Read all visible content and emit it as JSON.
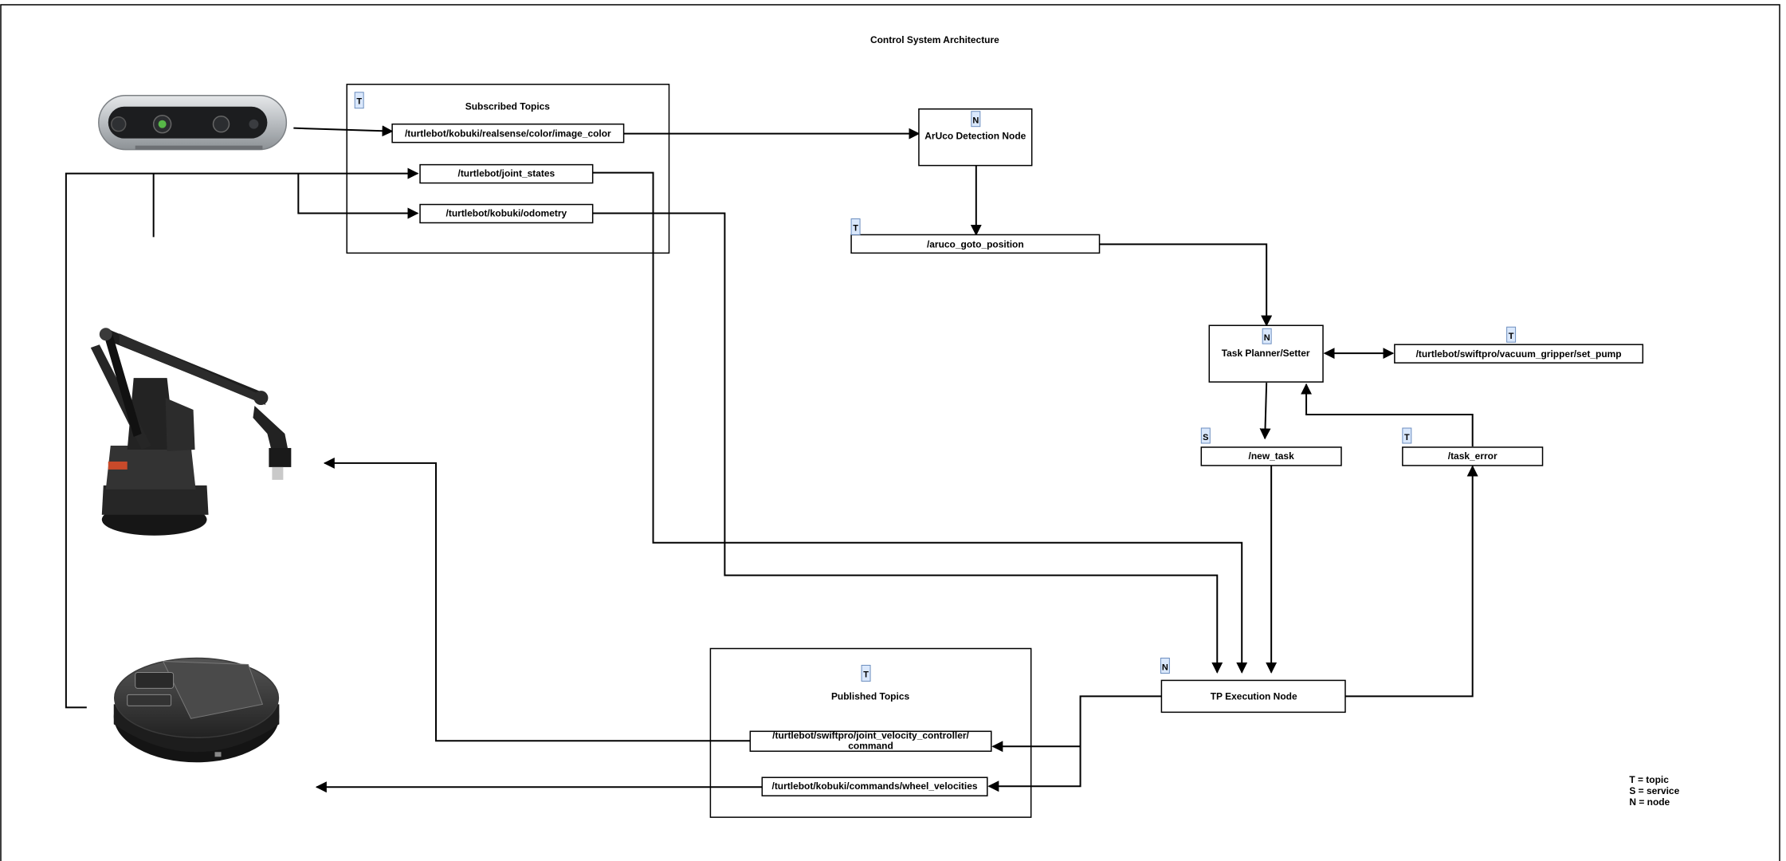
{
  "diagram": {
    "title": "Control System Architecture",
    "groups": {
      "subscribed": {
        "label": "Subscribed Topics",
        "tag": "T"
      },
      "published": {
        "label": "Published Topics",
        "tag": "T"
      }
    },
    "nodes": {
      "aruco_detection": {
        "label": "ArUco Detection Node",
        "tag": "N"
      },
      "task_planner": {
        "label": "Task Planner/Setter",
        "tag": "N"
      },
      "tp_execution": {
        "label": "TP Execution Node",
        "tag": "N"
      }
    },
    "topics": {
      "image_color": {
        "label": "/turtlebot/kobuki/realsense/color/image_color"
      },
      "joint_states": {
        "label": "/turtlebot/joint_states"
      },
      "odometry": {
        "label": "/turtlebot/kobuki/odometry"
      },
      "aruco_goto_position": {
        "label": "/aruco_goto_position",
        "tag": "T"
      },
      "set_pump": {
        "label": "/turtlebot/swiftpro/vacuum_gripper/set_pump",
        "tag": "T"
      },
      "new_task": {
        "label": "/new_task",
        "tag": "S"
      },
      "task_error": {
        "label": "/task_error",
        "tag": "T"
      },
      "joint_velocity_command": {
        "label_line1": "/turtlebot/swiftpro/joint_velocity_controller/",
        "label_line2": "command"
      },
      "wheel_velocities": {
        "label": "/turtlebot/kobuki/commands/wheel_velocities"
      }
    },
    "legend": {
      "topic": "T = topic",
      "service": "S = service",
      "node": "N = node"
    },
    "images": {
      "camera": "realsense-camera",
      "arm": "swiftpro-robot-arm",
      "base": "kobuki-mobile-base"
    },
    "colors": {
      "tag_fill": "#dae8fc",
      "tag_stroke": "#6c8ebf",
      "line": "#000000"
    }
  }
}
